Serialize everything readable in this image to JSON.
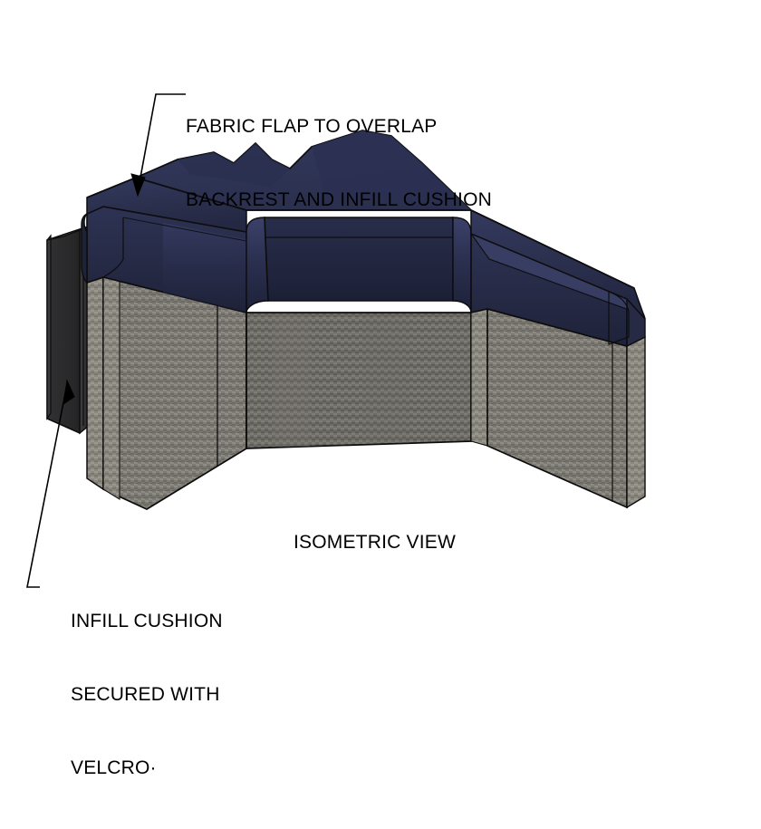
{
  "drawing": {
    "view_caption": "ISOMETRIC VIEW",
    "background_color": "#ffffff",
    "line_color": "#000000",
    "text_color": "#000000"
  },
  "annotations": [
    {
      "id": "fabric-flap-note",
      "text": "FABRIC FLAP TO OVERLAP\nBACKREST AND INFILL CUSHION",
      "line1": "FABRIC FLAP TO OVERLAP",
      "line2": "BACKREST AND INFILL CUSHION",
      "leader_target": "backrest-top-left"
    },
    {
      "id": "infill-cushion-note",
      "text": "INFILL CUSHION\nSECURED WITH\nVELCRO·",
      "line1": "INFILL CUSHION",
      "line2": "SECURED WITH",
      "line3": "VELCRO·",
      "leader_target": "infill-cushion-panel"
    }
  ],
  "model": {
    "name": "corner-banquette-seating-unit",
    "description": "V-shaped corner banquette with navy upholstered backrest cap over grey woven fabric base and dark charcoal infill cushion at left end",
    "colors": {
      "backrest_navy_top": "#2d3152",
      "backrest_navy_face": "#242843",
      "backrest_navy_dark": "#1d2138",
      "backrest_navy_light": "#3a3f63",
      "fabric_grey": "#7d7a74",
      "fabric_grey_light": "#8f8c86",
      "fabric_grey_dark": "#6a6862",
      "fabric_grey_edge": "#9a978f",
      "infill_charcoal": "#2b2b2d",
      "infill_charcoal_light": "#3a3a3c",
      "outline": "#0d0d0d"
    },
    "parts": [
      {
        "name": "backrest-cap",
        "finish": "navy upholstery"
      },
      {
        "name": "fabric-flap",
        "finish": "navy upholstery, jagged overlap profile"
      },
      {
        "name": "seat-base-front-panel",
        "finish": "grey woven fabric"
      },
      {
        "name": "seat-base-left-wing",
        "finish": "grey woven fabric"
      },
      {
        "name": "seat-base-right-wing",
        "finish": "grey woven fabric"
      },
      {
        "name": "infill-cushion-panel",
        "finish": "dark charcoal"
      }
    ]
  }
}
